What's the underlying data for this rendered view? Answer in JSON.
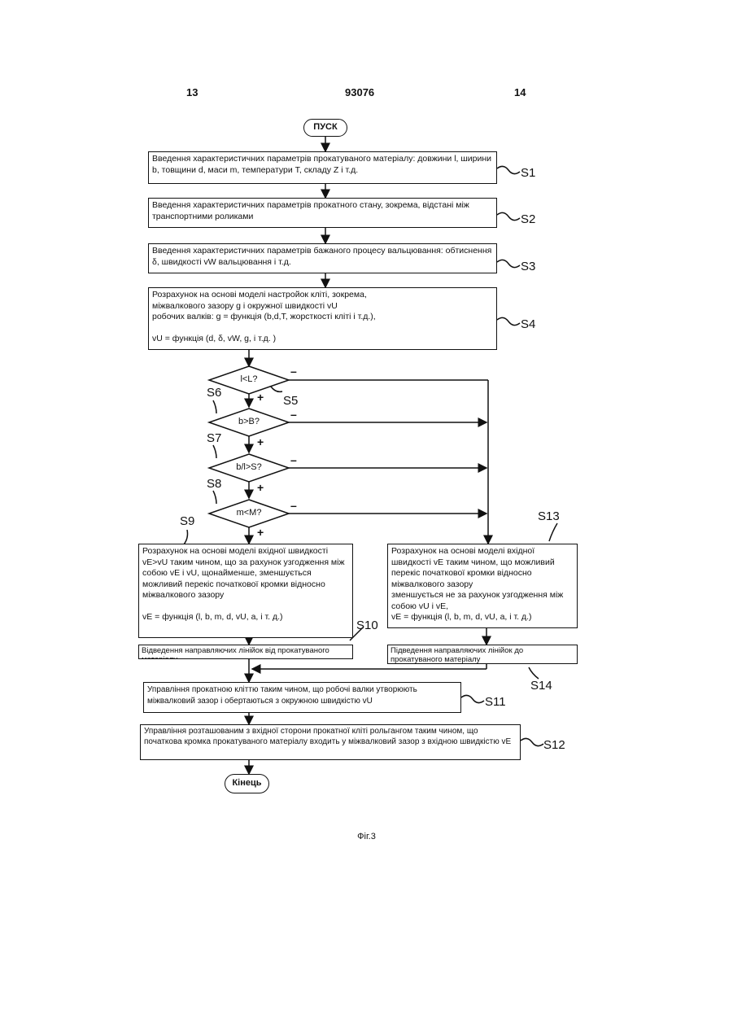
{
  "header": {
    "left_page": "13",
    "patent_no": "93076",
    "right_page": "14"
  },
  "start": "ПУСК",
  "end": "Кінець",
  "steps": {
    "s1": "Введення характеристичних параметрів прокатуваного матеріалу: довжини l, ширини b, товщини d, маси m, температури T, складу Z і т.д.",
    "s2": "Введення характеристичних параметрів прокатного стану, зокрема, відстані  між транспортними роликами",
    "s3": "Введення характеристичних параметрів бажаного процесу вальцювання: обтиснення δ, швидкості vW вальцювання і т.д.",
    "s4": "Розрахунок на основі моделі настройок кліті, зокрема,\nміжвалкового  зазору  g і окружної швидкості vU\nробочих валків: g = функція (b,d,T, жорсткості кліті і т.д.),\n\n               vU = функція (d, δ, vW, g, і т.д. )",
    "s9": "Розрахунок на основі моделі вхідної швидкості vE>vU таким чином, що за рахунок узгодження між собою vE і vU, щонайменше, зменшується можливий перекіс початкової кромки відносно міжвалкового зазору\n\nvE = функція (l, b, m, d, vU, a, і т. д.)",
    "s13": "Розрахунок на основі моделі вхідної швидкості vE таким чином, що можливий перекіс початкової кромки відносно міжвалкового зазору\nзменшується не за рахунок узгодження між собою vU і vE,\nvE = функція (l, b, m, d, vU, a, і т. д.)",
    "s10": "Відведення направляючих лінійок від прокатуваного матеріалу",
    "s14": "Підведення направляючих лінійок до прокатуваного матеріалу",
    "s11": "Управління прокатною кліттю таким чином, що робочі валки утворюють міжвалковий зазор і обертаються з окружною швидкістю vU",
    "s12": "Управління розташованим з вхідної сторони прокатної кліті рольгангом таким чином, що початкова кромка прокатуваного матеріалу входить у міжвалковий зазор з вхідною швидкістю vE"
  },
  "decisions": {
    "s5": "l<L?",
    "s6": "b>B?",
    "s7": "b/l>S?",
    "s8": "m<M?"
  },
  "step_labels": {
    "s1": "S1",
    "s2": "S2",
    "s3": "S3",
    "s4": "S4",
    "s5": "S5",
    "s6": "S6",
    "s7": "S7",
    "s8": "S8",
    "s9": "S9",
    "s10": "S10",
    "s11": "S11",
    "s12": "S12",
    "s13": "S13",
    "s14": "S14"
  },
  "signs": {
    "yes": "+",
    "no": "–"
  },
  "caption": "Фіг.3"
}
